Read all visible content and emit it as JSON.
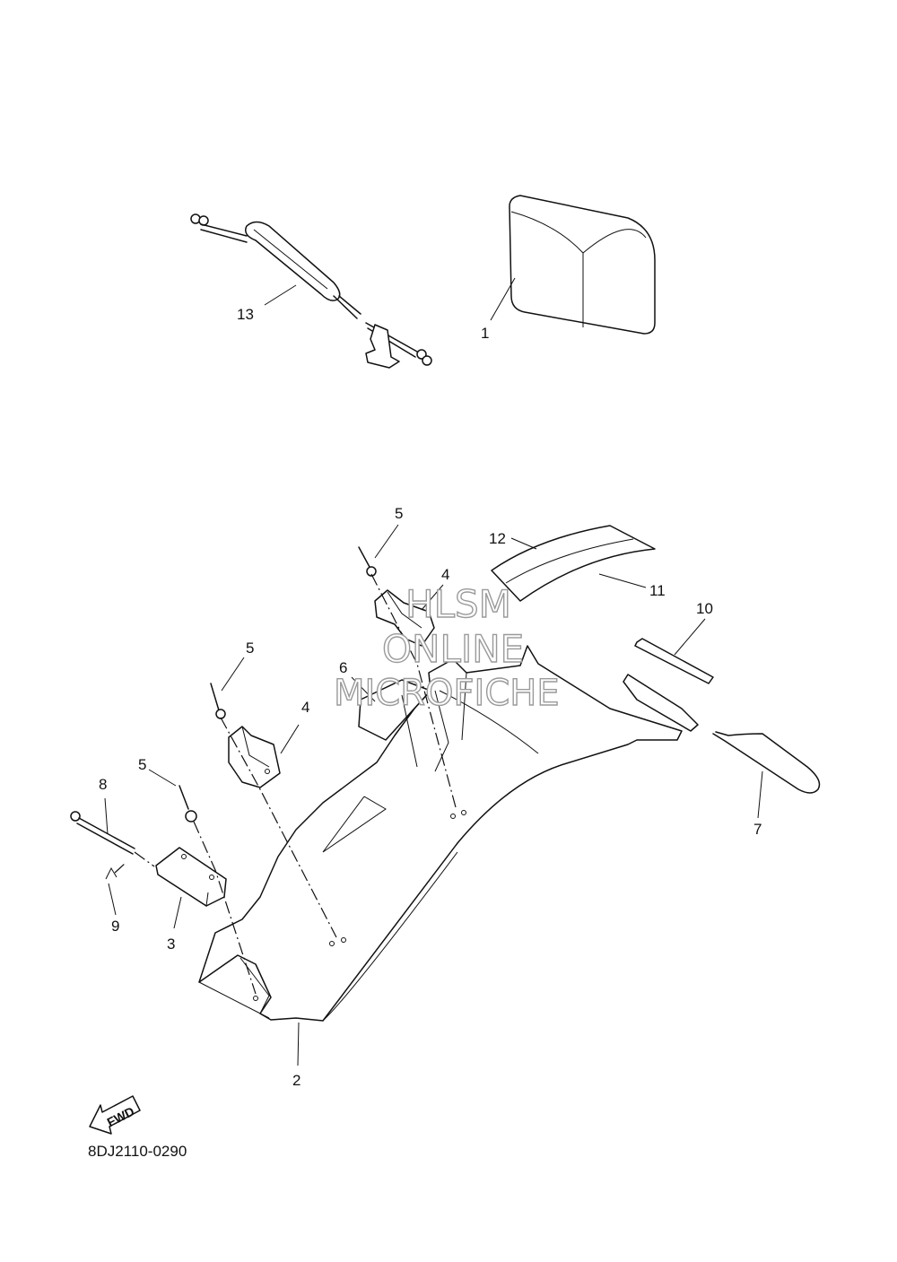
{
  "diagram": {
    "code": "8DJ2110-0290",
    "fwd_label": "FWD",
    "watermark": {
      "line1": "HLSM",
      "line2": "ONLINE",
      "line3": "MICROFICHE"
    },
    "callouts": {
      "p1": "1",
      "p2": "2",
      "p3": "3",
      "p4a": "4",
      "p4b": "4",
      "p5a": "5",
      "p5b": "5",
      "p5c": "5",
      "p6": "6",
      "p7": "7",
      "p8": "8",
      "p9": "9",
      "p10": "10",
      "p11": "11",
      "p12": "12",
      "p13": "13"
    }
  }
}
